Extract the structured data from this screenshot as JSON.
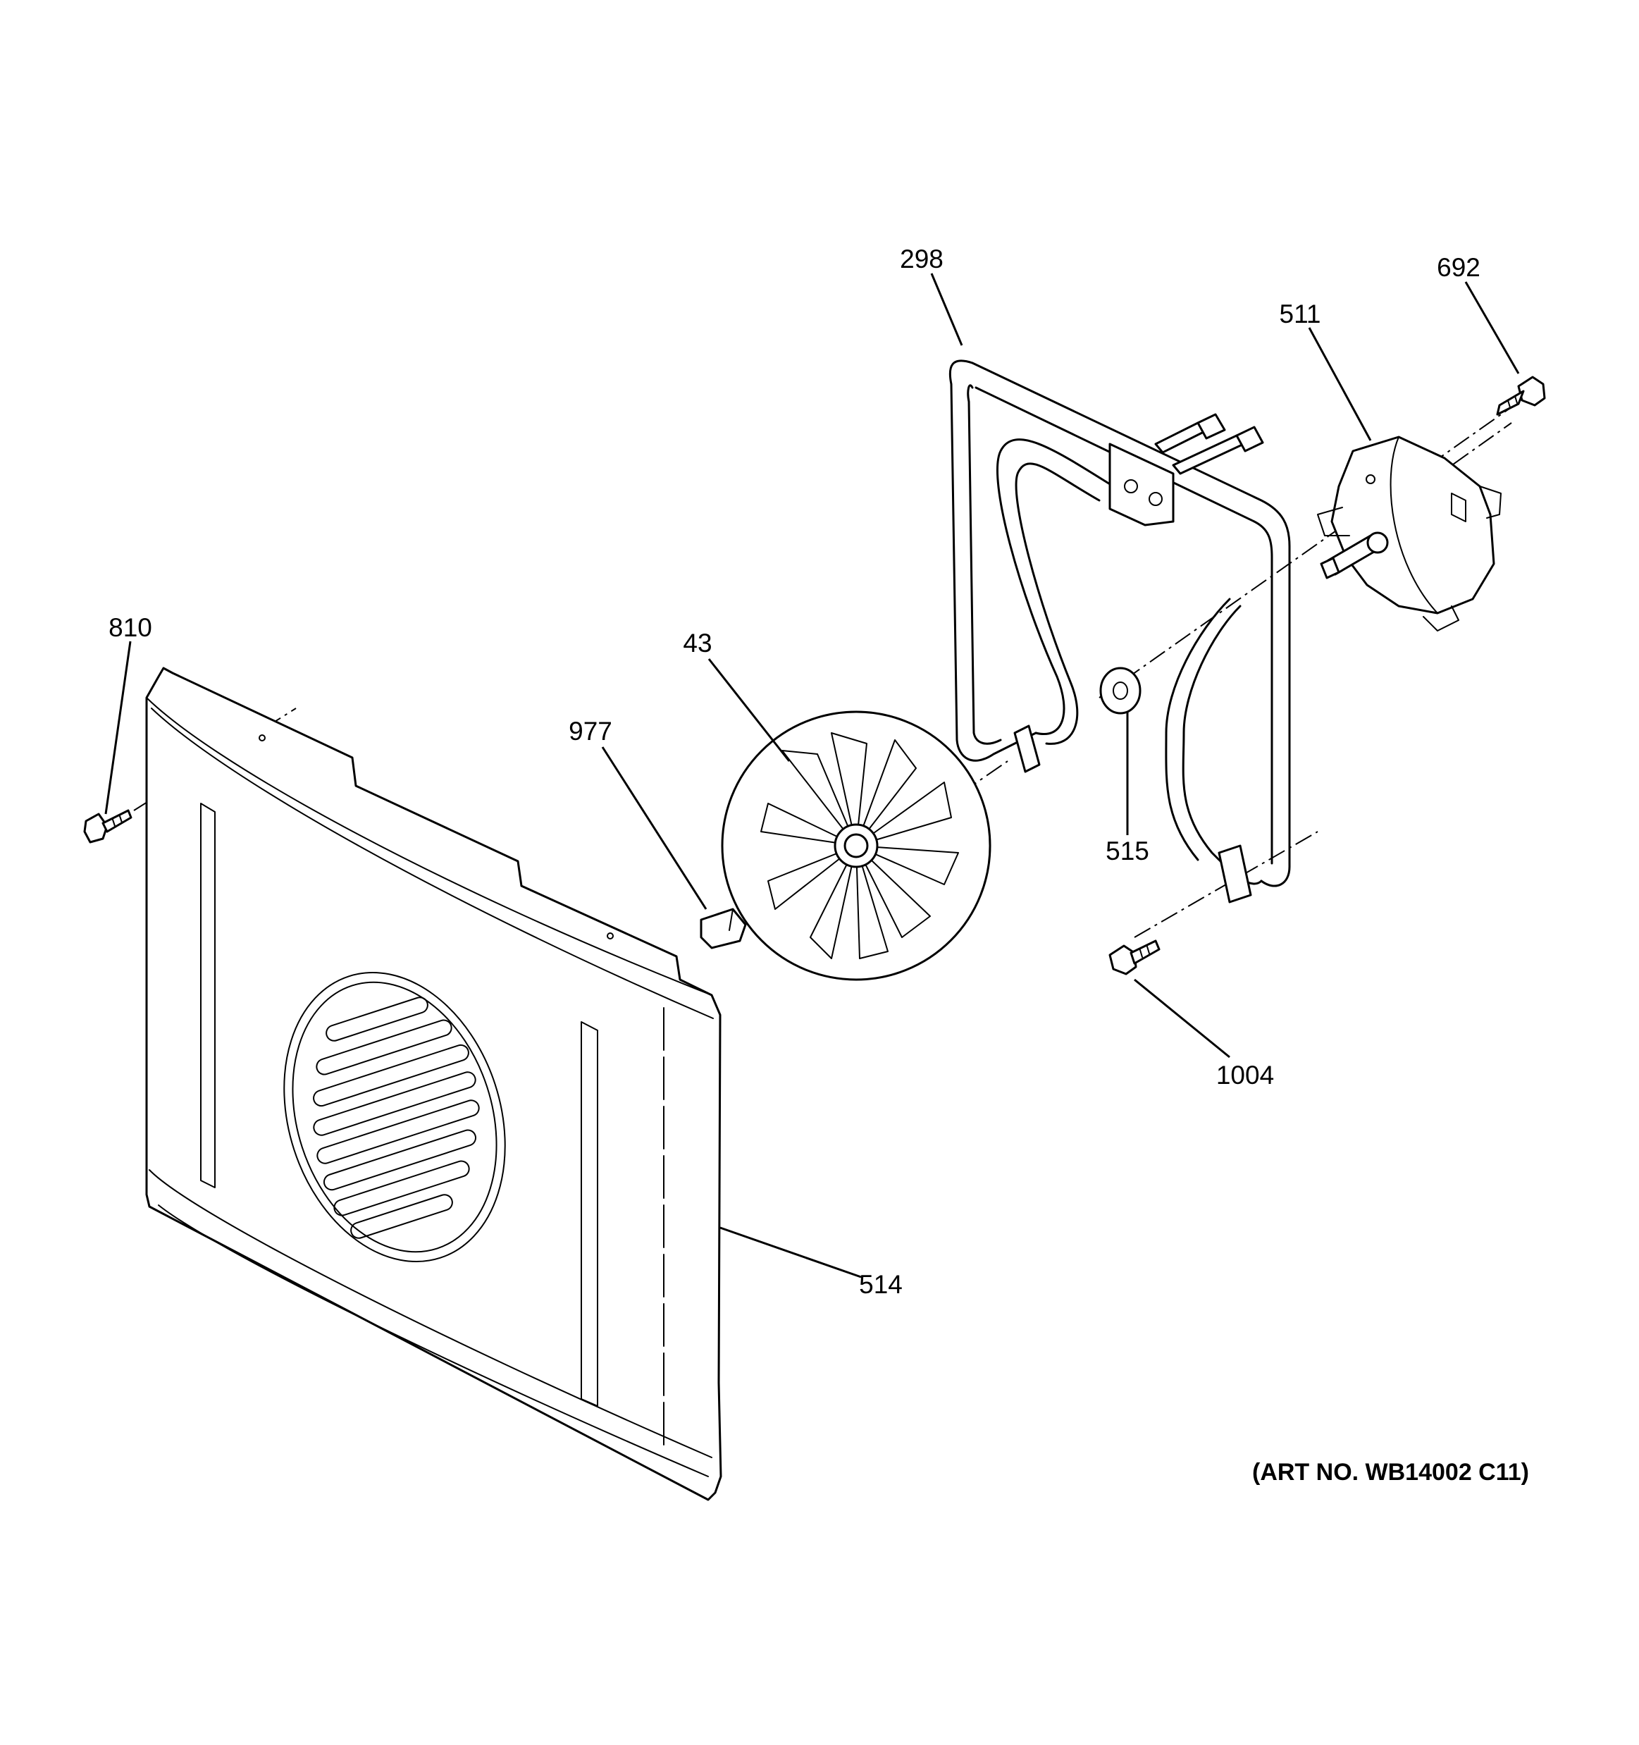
{
  "callouts": {
    "c298": "298",
    "c692": "692",
    "c511": "511",
    "c810": "810",
    "c43": "43",
    "c977": "977",
    "c515": "515",
    "c1004": "1004",
    "c514": "514"
  },
  "art_number": "(ART NO. WB14002 C11)"
}
